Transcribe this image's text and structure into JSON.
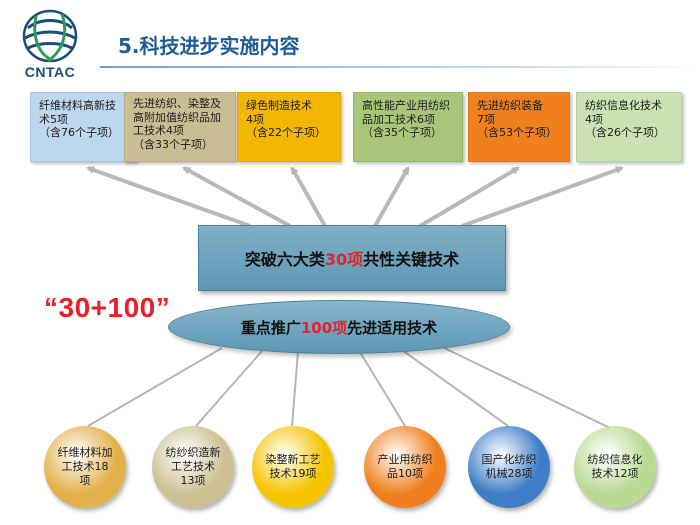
{
  "header": {
    "logo_text": "CNTAC",
    "title": "5.科技进步实施内容"
  },
  "top_categories": [
    {
      "lines": [
        "纤维材料高新技",
        "术5项",
        "（含76个子项）"
      ],
      "color": "#bdd7ee"
    },
    {
      "lines": [
        "先进纺织、染整及",
        "高附加值纺织品加",
        "工技术4项",
        "（含33个子项）"
      ],
      "color": "#c9bd93"
    },
    {
      "lines": [
        "绿色制造技术",
        "4项",
        "（含22个子项）"
      ],
      "color": "#f2b705"
    },
    {
      "lines": [
        "高性能产业用纺织",
        "品加工技术6项",
        "（含35个子项）"
      ],
      "color": "#a8c57a"
    },
    {
      "lines": [
        "先进纺织装备",
        "7项",
        "（含53个子项）"
      ],
      "color": "#f07f1e"
    },
    {
      "lines": [
        "纺织信息化技术",
        "4项",
        "（含26个子项）"
      ],
      "color": "#c9e1b3"
    }
  ],
  "central": {
    "prefix": "突破六大类",
    "highlight": "30项",
    "suffix": "共性关键技术"
  },
  "slogan": "“30+100”",
  "ellipse": {
    "prefix": "重点推广",
    "highlight": "100项",
    "suffix": "先进适用技术"
  },
  "bottom_categories": [
    {
      "lines": [
        "纤维材料加",
        "工技术18",
        "项"
      ],
      "color": "#e2b04a"
    },
    {
      "lines": [
        "纺纱织造新",
        "工艺技术",
        "13项"
      ],
      "color": "#ccc092"
    },
    {
      "lines": [
        "染整新工艺",
        "技术19项"
      ],
      "color": "#f5c400"
    },
    {
      "lines": [
        "产业用纺织",
        "品10项"
      ],
      "color": "#f07f1e"
    },
    {
      "lines": [
        "国产化纺织",
        "机械28项"
      ],
      "color": "#3d7ec6"
    },
    {
      "lines": [
        "纺织信息化",
        "技术12项"
      ],
      "color": "#b8da93"
    }
  ],
  "colors": {
    "title": "#1f5c93",
    "highlight_red": "#e8202a",
    "central_fill": "#6aa2bd",
    "arrow": "#aaaaaa"
  }
}
